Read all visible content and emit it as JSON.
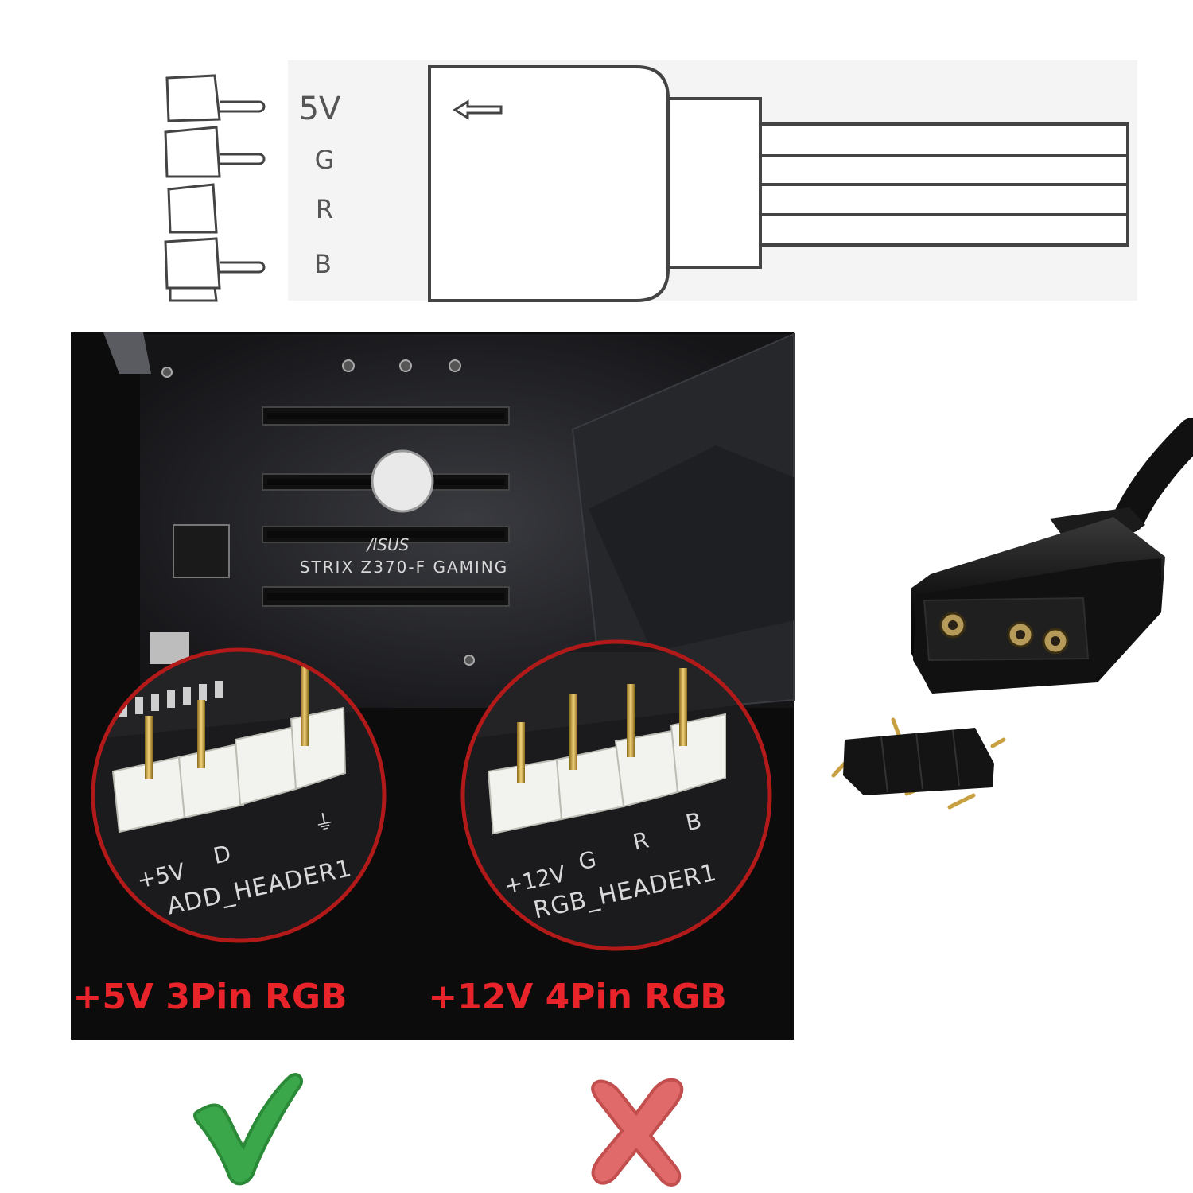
{
  "connector_pin_labels": [
    "5V",
    "G",
    "R",
    "B"
  ],
  "board_model_text": "STRIX Z370-F GAMING",
  "board_brand_text": "/ISUS",
  "left_header": {
    "pin_labels": [
      "+5V",
      "D",
      "",
      "⏚"
    ],
    "pin_label_text_left": "+5V",
    "pin_label_text_mid": "D",
    "header_name": "ADD_HEADER1",
    "caption": "+5V 3Pin RGB",
    "verdict": "check"
  },
  "right_header": {
    "pin_label_12v": "+12V",
    "pin_label_g": "G",
    "pin_label_r": "R",
    "pin_label_b": "B",
    "header_name": "RGB_HEADER1",
    "caption": "+12V 4Pin RGB",
    "verdict": "cross"
  },
  "colors": {
    "check": "#3aa84a",
    "cross": "#e06a6a",
    "caption_red": "#e8242a",
    "board_bg": "#0c0c0c"
  },
  "icons": [
    "left-arrow-icon",
    "check-icon",
    "cross-icon"
  ]
}
